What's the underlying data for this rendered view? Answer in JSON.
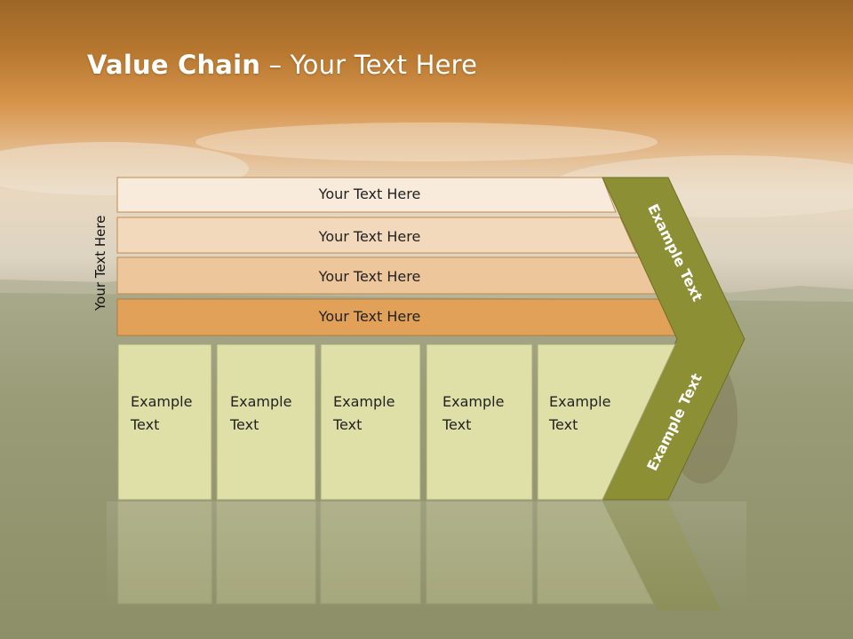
{
  "title": {
    "bold": "Value Chain",
    "rest": " – Your Text Here"
  },
  "side_label": "Your Text Here",
  "bars": [
    {
      "label": "Your Text Here",
      "color": "#f8ebdc"
    },
    {
      "label": "Your Text Here",
      "color": "#f3d9bb"
    },
    {
      "label": "Your Text Here",
      "color": "#eec69b"
    },
    {
      "label": "Your Text Here",
      "color": "#e2a158"
    }
  ],
  "boxes": [
    {
      "line1": "Example",
      "line2": "Text"
    },
    {
      "line1": "Example",
      "line2": "Text"
    },
    {
      "line1": "Example",
      "line2": "Text"
    },
    {
      "line1": "Example",
      "line2": "Text"
    },
    {
      "line1": "Example",
      "line2": "Text"
    }
  ],
  "chevron_top_label": "Example Text",
  "chevron_bottom_label": "Example Text",
  "colors": {
    "sky_top": "#a26b2a",
    "sky_orange": "#d99a4e",
    "cloud": "#e8ddc8",
    "grass": "#8a8a5a",
    "box_fill": "#dfe0a8",
    "chevron": "#8c8f33"
  }
}
